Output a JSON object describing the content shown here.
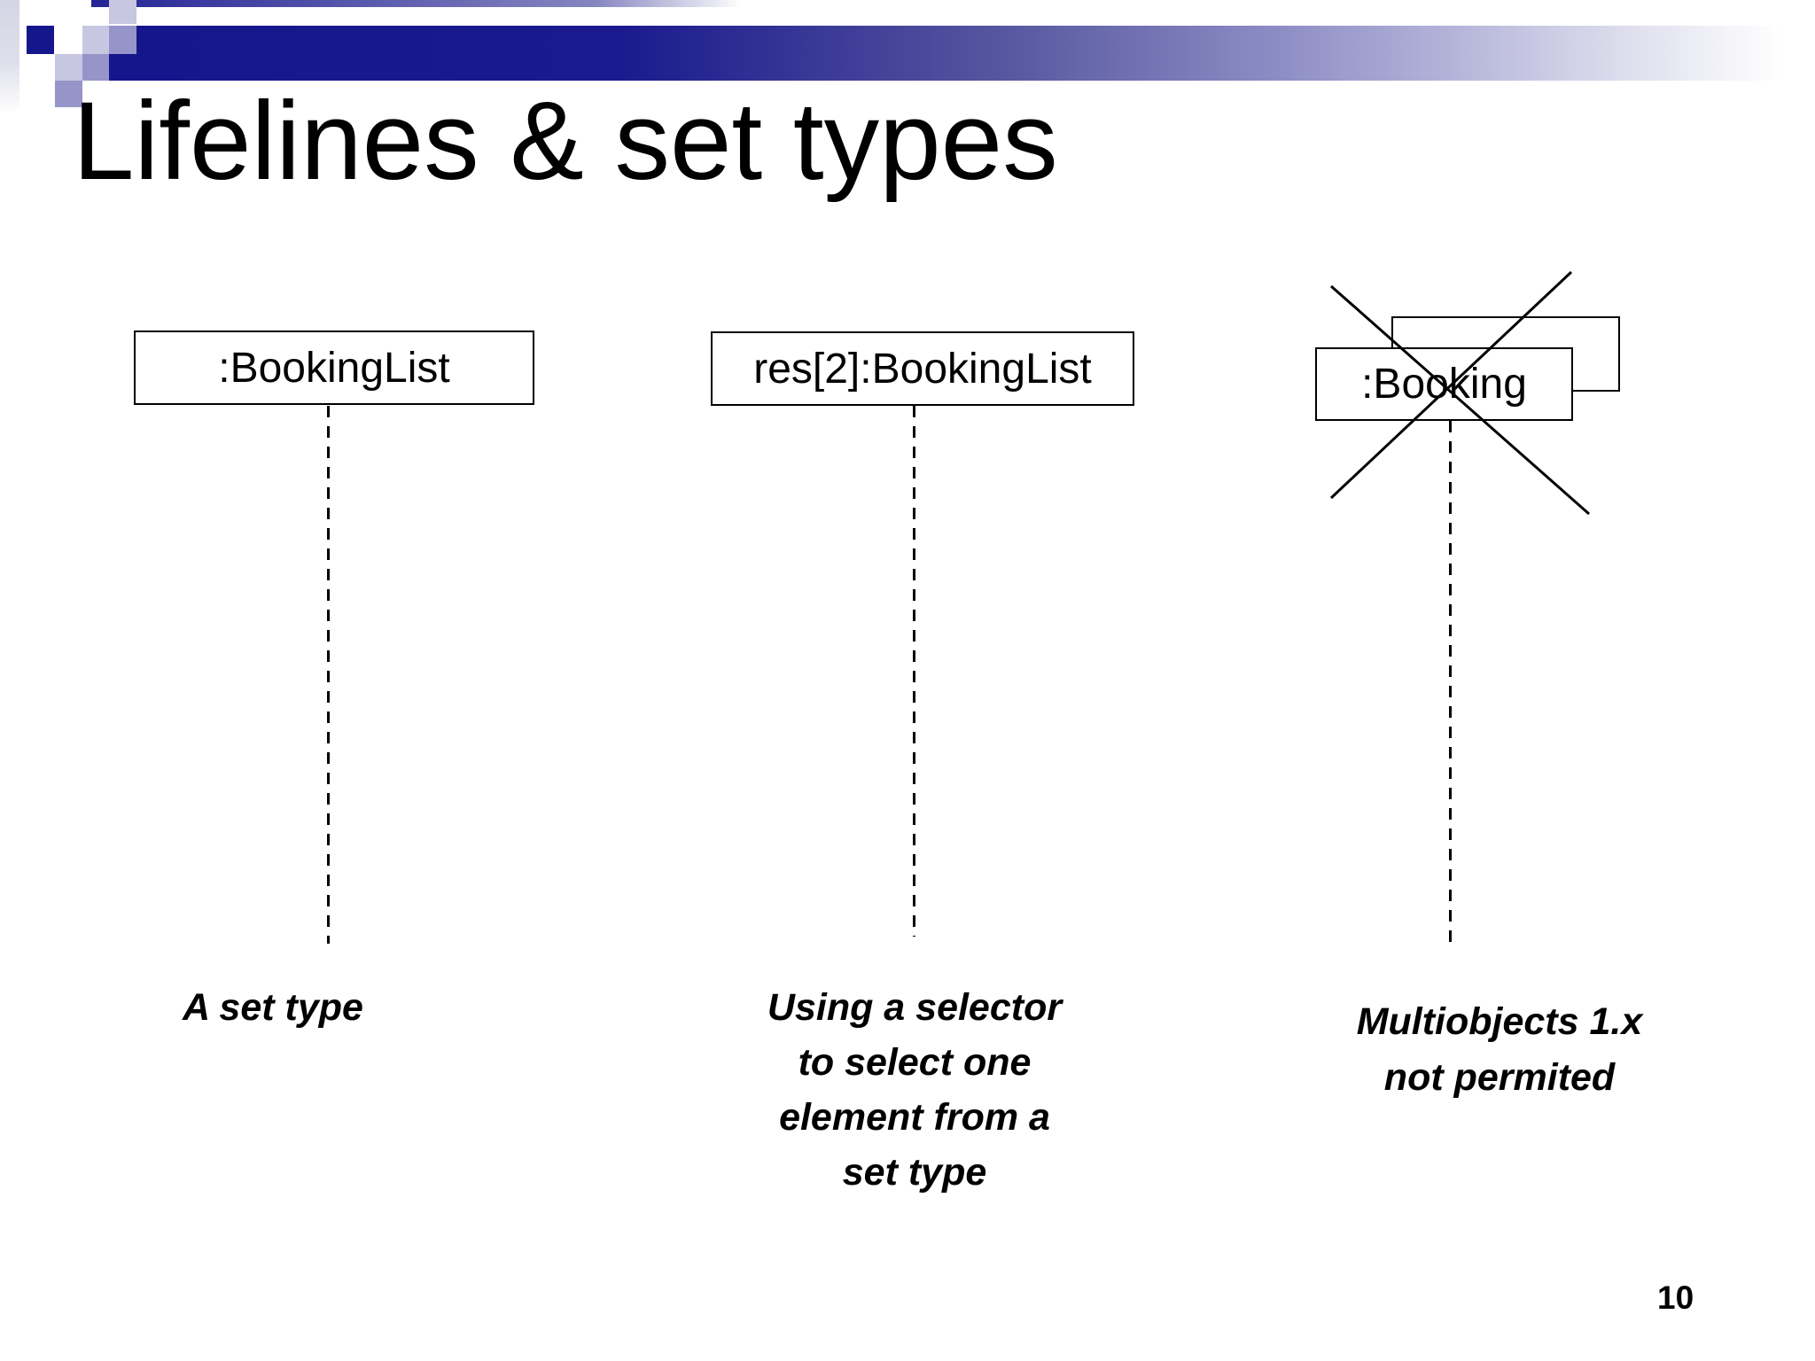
{
  "header": {
    "title": "Lifelines & set types"
  },
  "diagram": {
    "lifelines": [
      {
        "label": ":BookingList",
        "caption_lines": [
          "A set type"
        ]
      },
      {
        "label": "res[2]:BookingList",
        "caption_lines": [
          "Using a selector",
          "to select one",
          "element from a",
          "set type"
        ]
      },
      {
        "label": ":Booking",
        "multiobject": true,
        "crossed_out": true,
        "caption_lines": [
          "Multiobjects 1.x",
          "not permited"
        ]
      }
    ]
  },
  "footer": {
    "page_number": "10"
  },
  "colors": {
    "navy": "#16168c",
    "medium_lavender": "#9595c9",
    "pale_lavender": "#c7c7e2",
    "strip_light": "#d4d4e4",
    "diagram_stroke": "#000000",
    "background": "#ffffff"
  }
}
